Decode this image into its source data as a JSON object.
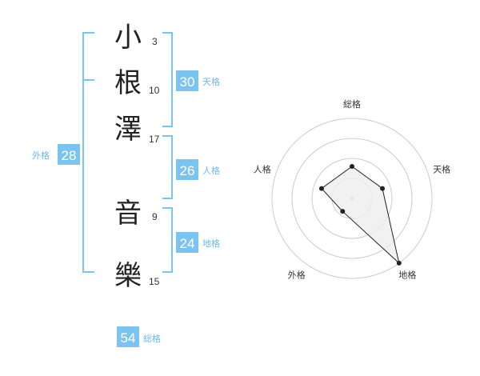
{
  "name": {
    "chars": [
      {
        "char": "小",
        "strokes": "3"
      },
      {
        "char": "根",
        "strokes": "10"
      },
      {
        "char": "澤",
        "strokes": "17"
      },
      {
        "char": "音",
        "strokes": "9"
      },
      {
        "char": "樂",
        "strokes": "15"
      }
    ]
  },
  "grades": {
    "tenkaku": {
      "value": "30",
      "label": "天格"
    },
    "jinkaku": {
      "value": "26",
      "label": "人格"
    },
    "chikaku": {
      "value": "24",
      "label": "地格"
    },
    "gaikaku": {
      "value": "28",
      "label": "外格"
    },
    "soukaku": {
      "value": "54",
      "label": "総格"
    }
  },
  "chart_data": {
    "type": "radar",
    "axes": [
      "総格",
      "天格",
      "地格",
      "外格",
      "人格"
    ],
    "values": [
      2,
      2,
      5,
      1,
      2
    ],
    "max": 5,
    "rings": 4,
    "colors": {
      "line": "#222222",
      "fill": "#eeeeee",
      "point": "#222222",
      "ring": "#cccccc"
    }
  },
  "colors": {
    "accent": "#7cc4f0",
    "label": "#6bbbea"
  }
}
